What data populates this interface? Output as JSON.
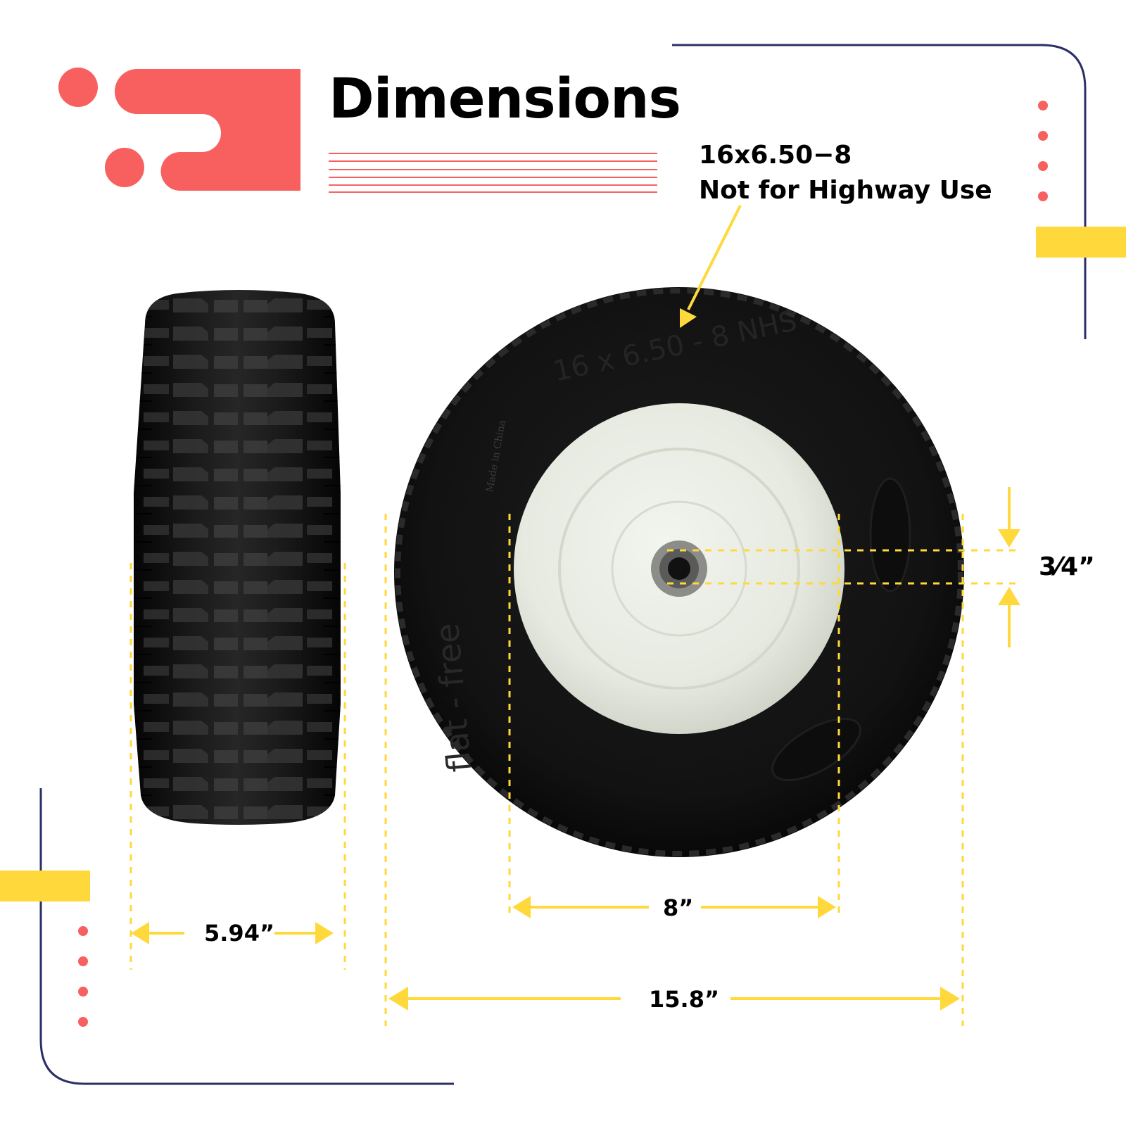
{
  "header": {
    "title": "Dimensions"
  },
  "tire_spec": {
    "size": "16x6.50−8",
    "note": "Not for Highway Use"
  },
  "sidewall": {
    "size_marking": "16 x 6.50 - 8 NHS",
    "origin_marking": "Made in China",
    "brand_marking": "flat - free"
  },
  "dimensions": {
    "width": "5.94”",
    "rim_diameter": "8”",
    "overall_diameter": "15.8”",
    "bore": "3⁄4”"
  },
  "colors": {
    "accent_red": "#F86060",
    "accent_yellow": "#FFD93B",
    "frame_navy": "#2A2F66",
    "tire_black": "#121212",
    "rim_cream": "#E8ECE2"
  }
}
